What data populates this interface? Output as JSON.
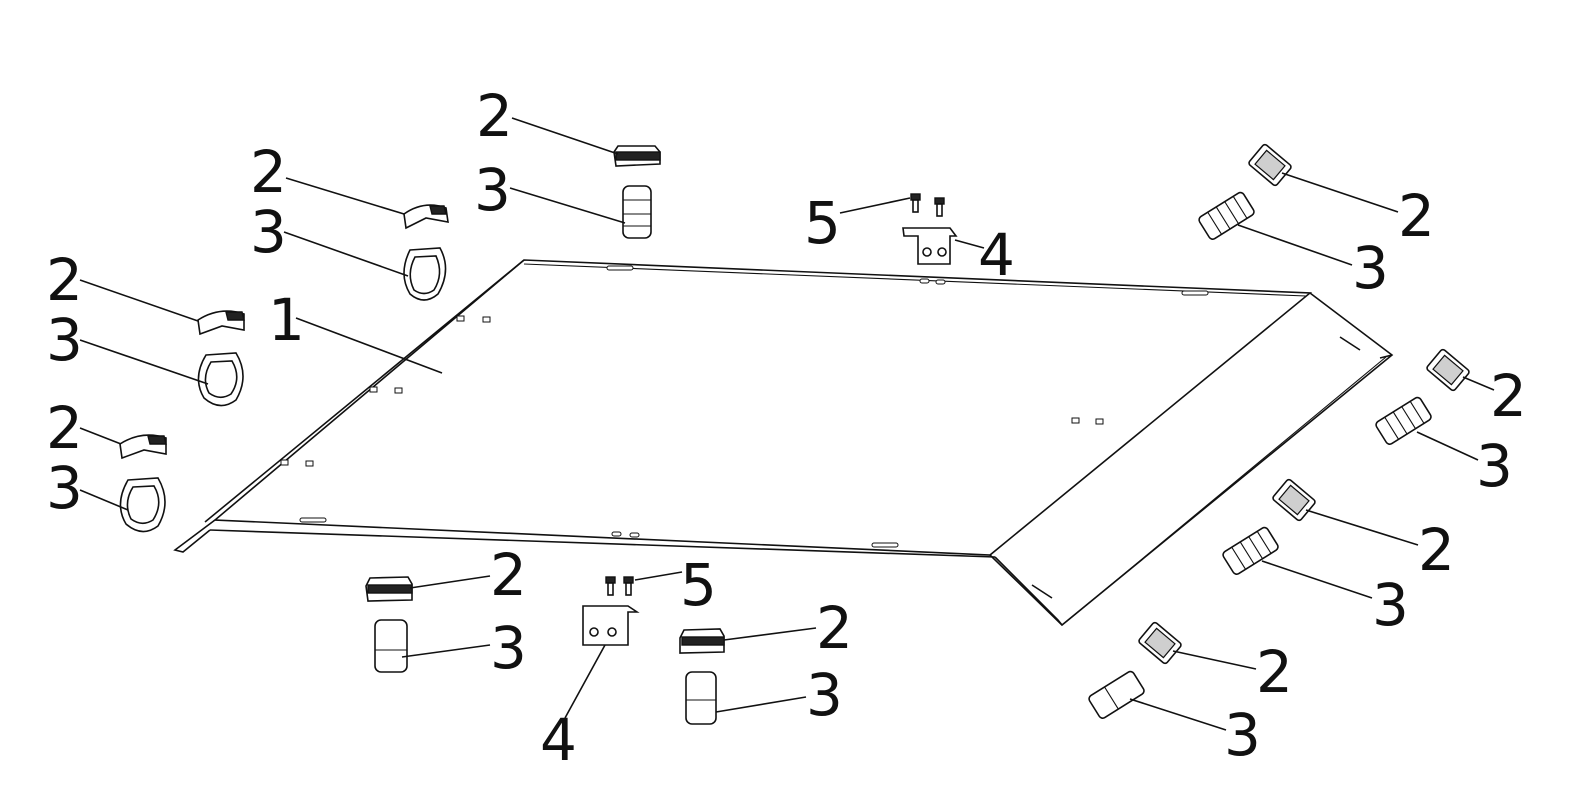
{
  "labels": {
    "cover_panel": "1",
    "retainer_clip": "2",
    "strap_clamp": "3",
    "mounting_bracket": "4",
    "bolt": "5"
  },
  "colors": {
    "ink": "#111111",
    "background": "#ffffff"
  }
}
